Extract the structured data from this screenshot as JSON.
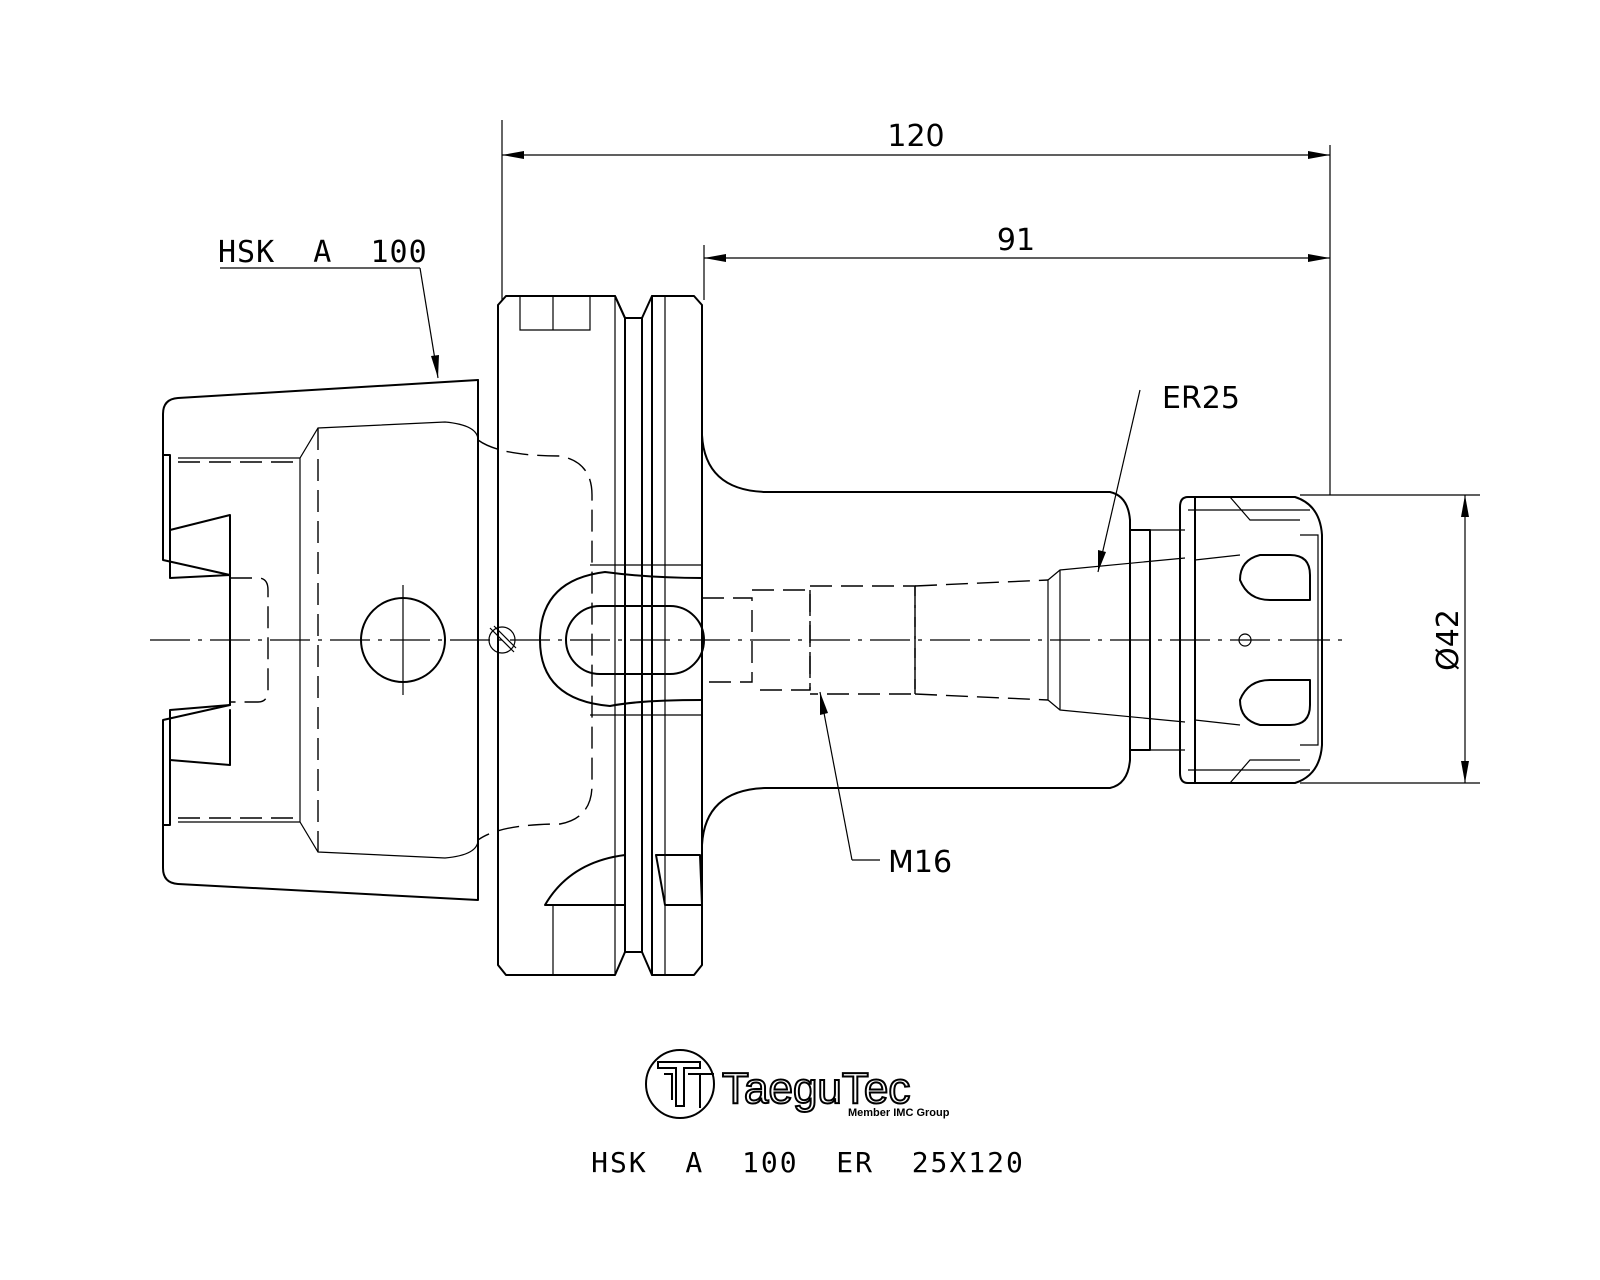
{
  "dimensions": {
    "overall_length": "120",
    "gauge_length": "91",
    "diameter": "Ø42"
  },
  "callouts": {
    "shank": "HSK  A  100",
    "collet": "ER25",
    "thread": "M16"
  },
  "logo": {
    "brand": "TaeguTec",
    "tagline": "Member IMC Group"
  },
  "title": "HSK  A  100  ER  25X120"
}
